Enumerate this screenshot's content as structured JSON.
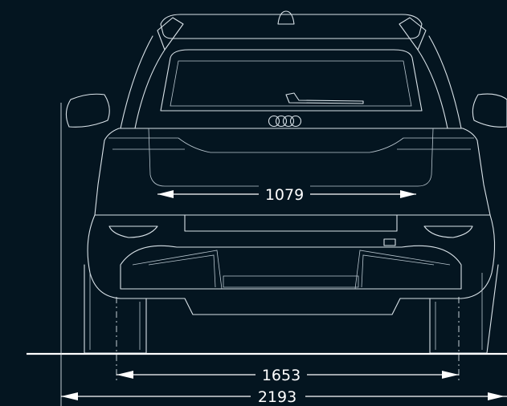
{
  "diagram": {
    "view": "rear-elevation",
    "background_color": "#041520",
    "line_color": "#d9e2e8",
    "dimension_unit": "mm",
    "dimensions": {
      "rear_window_width": "1079",
      "rear_track_width": "1653",
      "width_including_mirrors": "2193"
    }
  }
}
